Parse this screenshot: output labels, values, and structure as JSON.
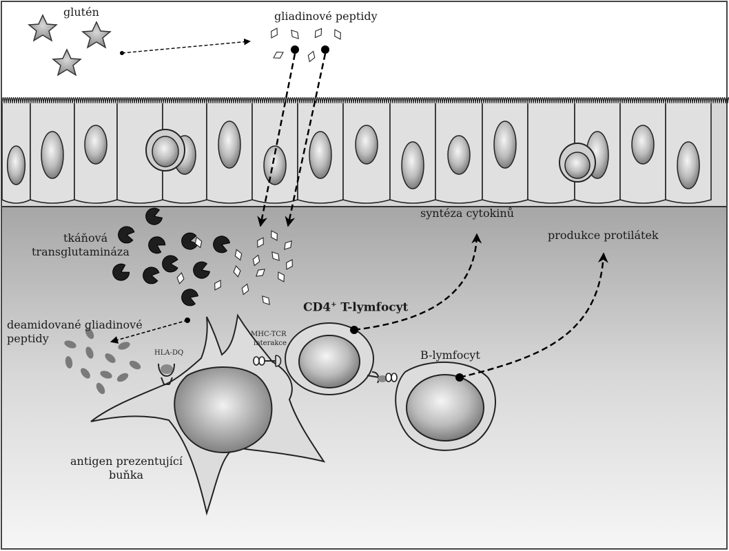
{
  "labels": {
    "gluten": "glutén",
    "gliadin_peptides": "gliadinové peptidy",
    "tissue_transglutaminase_line1": "tkáňová",
    "tissue_transglutaminase_line2": "transglutamináza",
    "deamidated_line1": "deamidované gliadinové",
    "deamidated_line2": "peptidy",
    "hla_dq": "HLA-DQ",
    "mhc_tcr_line1": "MHC-TCR",
    "mhc_tcr_line2": "interakce",
    "cd4": "CD4",
    "cd4_sup": "+",
    "t_lymphocyte": " T-lymfocyt",
    "cytokine_synthesis": "syntéza cytokinů",
    "antibody_production": "produkce protilátek",
    "b_lymphocyte": "B-lymfocyt",
    "apc_line1": "antigen prezentující",
    "apc_line2": "buňka"
  },
  "colors": {
    "tissue_top": "#e6e6e6",
    "tissue_bottom": "#8a8a8a",
    "cell_fill": "#e3e3e3",
    "nucleus": "#9a9a9a",
    "enzyme": "#1e1e1e",
    "deamidated": "#7a7a7a",
    "outline": "#222222"
  }
}
